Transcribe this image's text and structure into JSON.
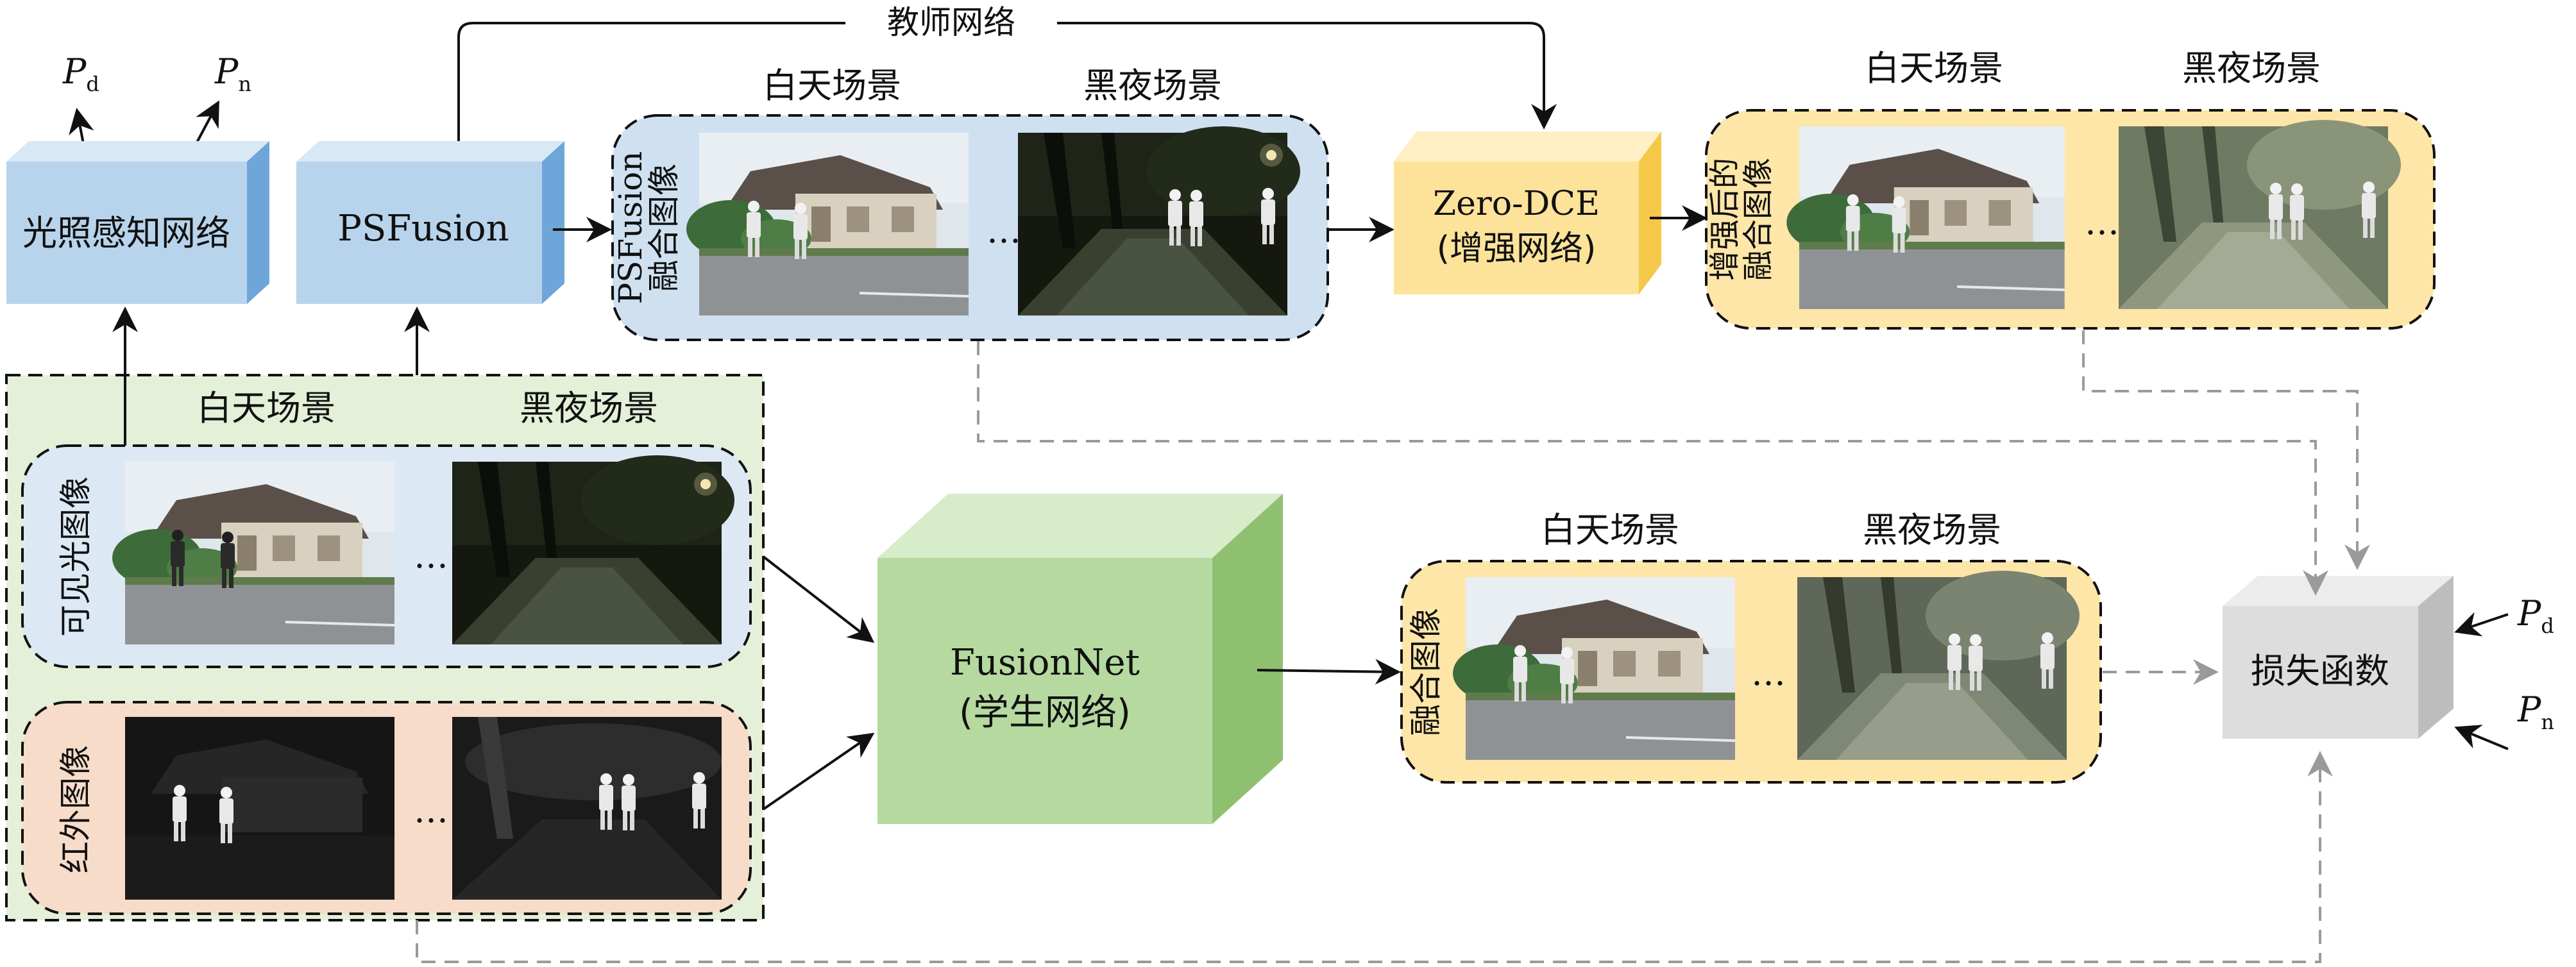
{
  "colors": {
    "blue_front": "#b8d4ec",
    "blue_side": "#6fa6d9",
    "blue_top": "#d9e8f5",
    "yellow_front": "#fde39a",
    "yellow_side": "#f5c84a",
    "yellow_top": "#fef0c4",
    "green_front": "#b5d99f",
    "green_side": "#8fc06f",
    "green_top": "#d7ecc8",
    "grey_front": "#dddddd",
    "grey_side": "#bdbdbd",
    "grey_top": "#ececec",
    "container_blue": "#cfe0f1",
    "container_yellow": "#fde6a8",
    "container_green": "#e4f0d8",
    "container_pink": "#f8dcca",
    "container_lightblue": "#dce9f5",
    "dashed_arrow": "#9a9a9a",
    "solid_arrow": "#111111"
  },
  "boxes": {
    "illumination": "光照感知网络",
    "psfusion": "PSFusion",
    "zero_dce_line1": "Zero-DCE",
    "zero_dce_line2": "(增强网络)",
    "fusionnet_line1": "FusionNet",
    "fusionnet_line2": "(学生网络)",
    "loss": "损失函数"
  },
  "teacher_label": "教师网络",
  "scene_labels": {
    "day": "白天场景",
    "night": "黑夜场景"
  },
  "ellipsis": "…",
  "probabilities": {
    "pd_main": "P",
    "pd_sub": "d",
    "pn_main": "P",
    "pn_sub": "n"
  },
  "image_groups": {
    "psfusion_fused_line1": "PSFusion",
    "psfusion_fused_line2": "融合图像",
    "enhanced_line1": "增强后的",
    "enhanced_line2": "融合图像",
    "visible": "可见光图像",
    "infrared": "红外图像",
    "fused": "融合图像"
  },
  "icons": {
    "day_scene": "building-street-day-photo",
    "night_scene": "park-path-night-photo"
  }
}
